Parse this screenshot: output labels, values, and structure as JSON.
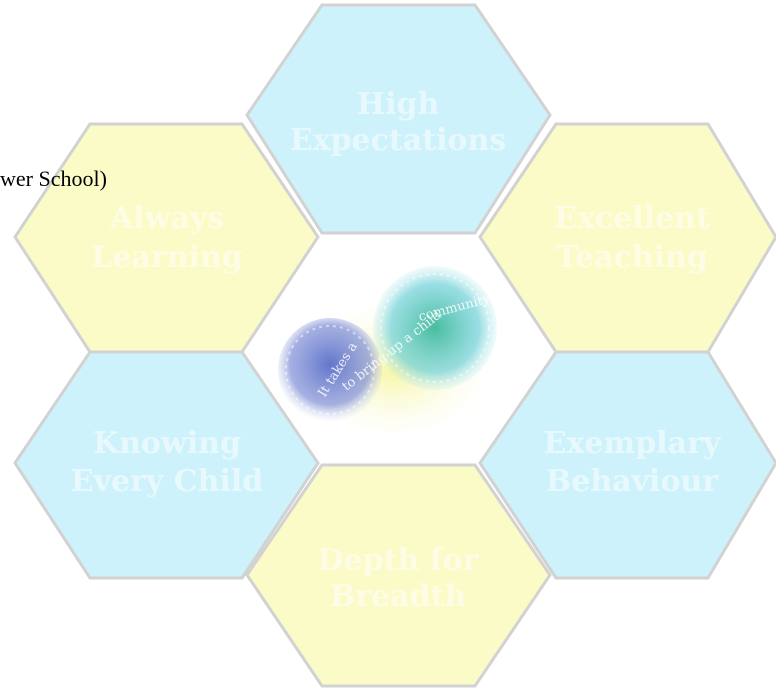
{
  "hexagons": [
    {
      "id": "high-expectations",
      "lines": [
        "High",
        "Expectations"
      ],
      "fill": "#cdf2fb"
    },
    {
      "id": "always-learning",
      "lines": [
        "Always",
        "Learning"
      ],
      "fill": "#fafbc7"
    },
    {
      "id": "excellent-teaching",
      "lines": [
        "Excellent",
        "Teaching"
      ],
      "fill": "#fafbc7"
    },
    {
      "id": "knowing-every-child",
      "lines": [
        "Knowing",
        "Every Child"
      ],
      "fill": "#cdf2fb"
    },
    {
      "id": "exemplary-behaviour",
      "lines": [
        "Exemplary",
        "Behaviour"
      ],
      "fill": "#cdf2fb"
    },
    {
      "id": "depth-for-breadth",
      "lines": [
        "Depth for",
        "Breadth"
      ],
      "fill": "#fafbc7"
    }
  ],
  "center_logo": {
    "line1": "It takes a",
    "line2": "to bring up a child",
    "line3": "community"
  },
  "overlay_text": "wer School)",
  "colors": {
    "hex_stroke": "#d2d2d2",
    "blue_fill": "#cdf2fb",
    "yellow_fill": "#fafbc7"
  }
}
